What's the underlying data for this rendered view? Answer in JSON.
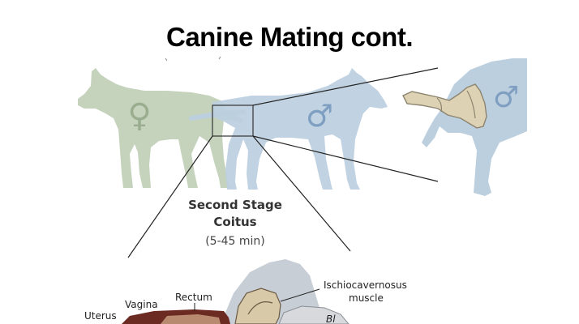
{
  "slide": {
    "title": "Canine Mating cont."
  },
  "figure": {
    "stage_title": "Second Stage",
    "stage_subtitle": "Coitus",
    "stage_duration": "(5-45 min)",
    "labels": {
      "uterus": "Uterus",
      "vagina": "Vagina",
      "rectum": "Rectum",
      "ischio_line1": "Ischiocavernosus",
      "ischio_line2": "muscle",
      "bl": "Bl"
    },
    "symbols": {
      "female": "♀",
      "male_main": "♂",
      "male_detail": "♂"
    },
    "colors": {
      "female_dog": "#c5d3bd",
      "male_dog": "#bccfdf",
      "symbol_female": "#9aae8f",
      "symbol_male": "#7f9fc2",
      "penis": "#ddd2b3",
      "tissue_dark": "#6b2a22",
      "tissue_mid": "#b88a6f",
      "muscle_grey": "#c7ced6"
    }
  }
}
